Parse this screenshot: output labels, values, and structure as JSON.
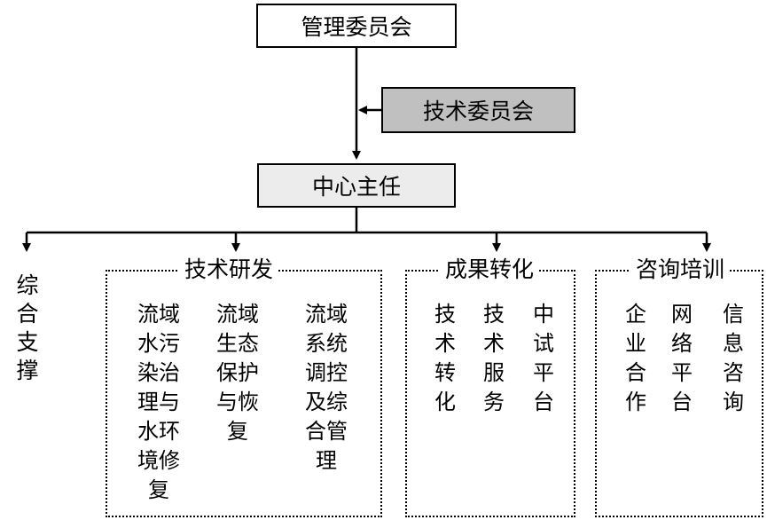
{
  "top": {
    "committee": "管理委员会"
  },
  "tech_committee": "技术委员会",
  "director": "中心主任",
  "branches": {
    "support": {
      "label": "综合支撑"
    },
    "research": {
      "title": "技术研发",
      "items": [
        "流域水污染治理与水环境修复",
        "流域生态保护与恢复",
        "流域系统调控及综合管理"
      ]
    },
    "transfer": {
      "title": "成果转化",
      "items": [
        "技术转化",
        "技术服务",
        "中试平台"
      ]
    },
    "consult": {
      "title": "咨询培训",
      "items": [
        "企业合作",
        "网络平台",
        "信息咨询"
      ]
    }
  },
  "colors": {
    "tech_fill": "#c0c0c0",
    "director_fill": "#ececec"
  }
}
